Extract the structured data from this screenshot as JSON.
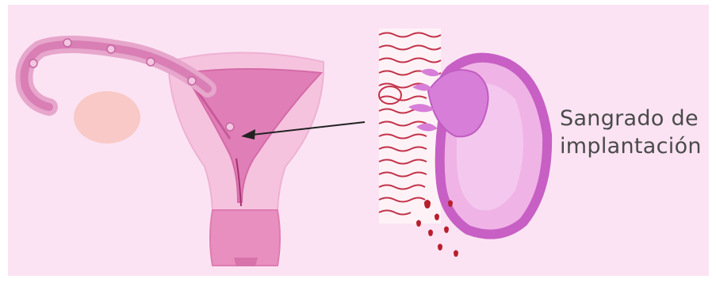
{
  "figure": {
    "label_line1": "Sangrado de",
    "label_line2": "implantación",
    "icons": [
      "uterus-illustration",
      "fallopian-tube",
      "ovary",
      "endometrium-cross-section",
      "embryo-blastocyst",
      "blood-drops",
      "pointer-arrow"
    ]
  }
}
